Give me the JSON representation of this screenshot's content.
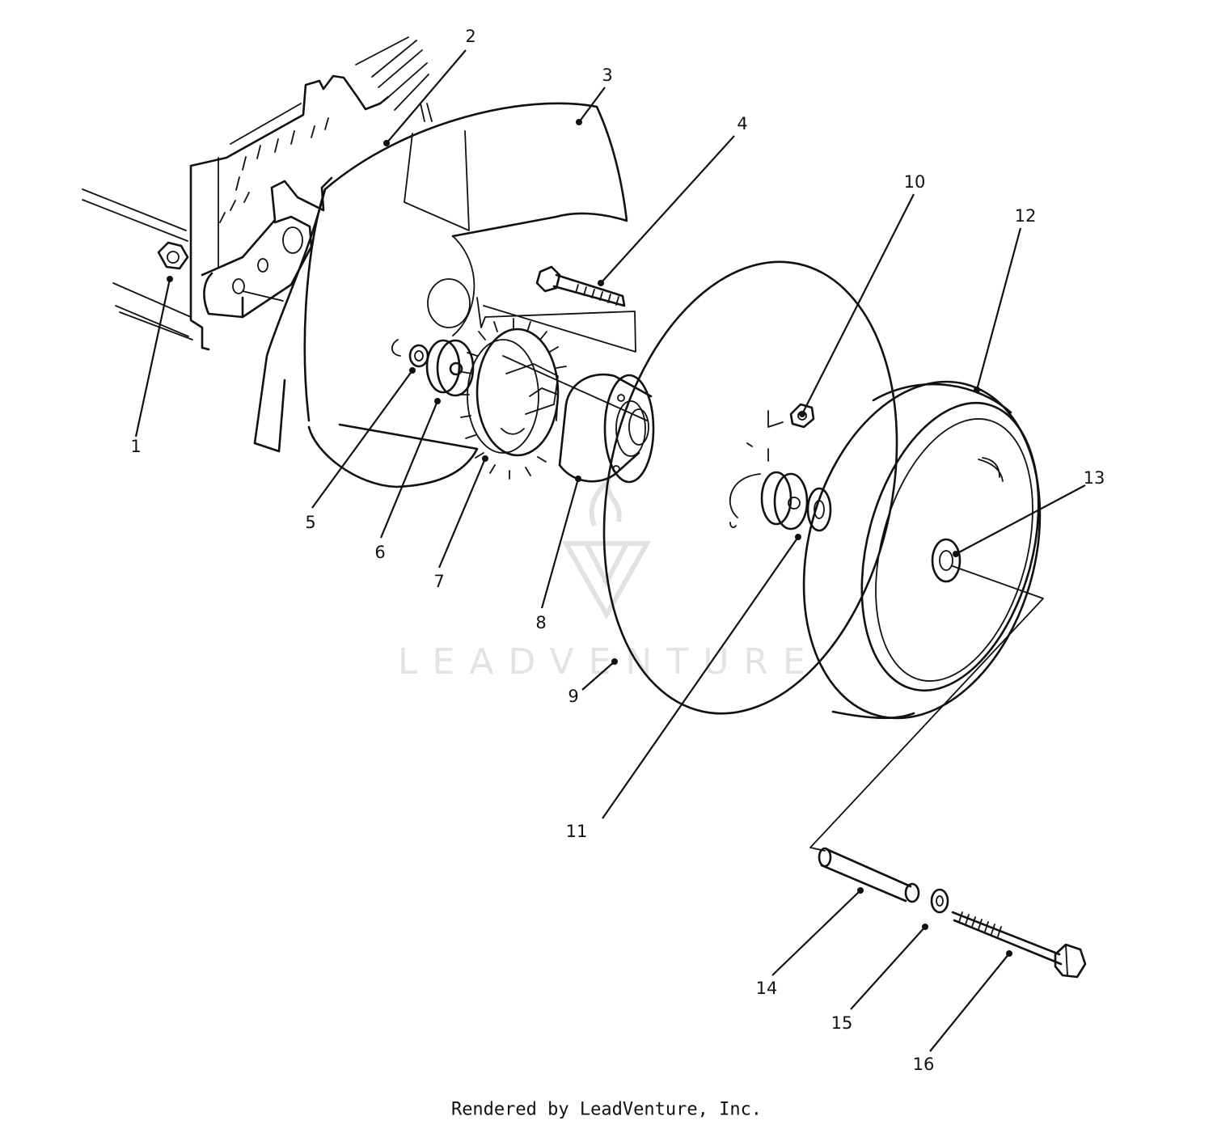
{
  "watermark": {
    "text": "LEADVENTURE"
  },
  "footer": {
    "credit": "Rendered by LeadVenture, Inc."
  },
  "callouts": [
    {
      "id": "part-1",
      "label": "1"
    },
    {
      "id": "part-2",
      "label": "2"
    },
    {
      "id": "part-3",
      "label": "3"
    },
    {
      "id": "part-4",
      "label": "4"
    },
    {
      "id": "part-5",
      "label": "5"
    },
    {
      "id": "part-6",
      "label": "6"
    },
    {
      "id": "part-7",
      "label": "7"
    },
    {
      "id": "part-8",
      "label": "8"
    },
    {
      "id": "part-9",
      "label": "9"
    },
    {
      "id": "part-10",
      "label": "10"
    },
    {
      "id": "part-11",
      "label": "11"
    },
    {
      "id": "part-12",
      "label": "12"
    },
    {
      "id": "part-13",
      "label": "13"
    },
    {
      "id": "part-14",
      "label": "14"
    },
    {
      "id": "part-15",
      "label": "15"
    },
    {
      "id": "part-16",
      "label": "16"
    }
  ]
}
